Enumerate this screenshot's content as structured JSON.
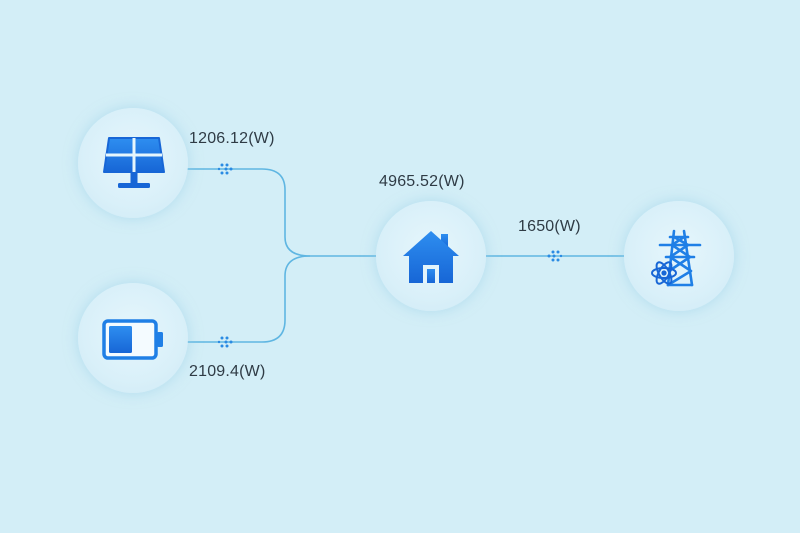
{
  "colors": {
    "background": "#d3eef7",
    "line": "#5fb6e2",
    "icon": "#1f7fe6",
    "arrow": "#2a8be3",
    "text": "#2f3b45"
  },
  "nodes": {
    "solar": {
      "icon": "solar-panel-icon",
      "value": "1206.12(W)"
    },
    "battery": {
      "icon": "battery-icon",
      "value": "2109.4(W)"
    },
    "home": {
      "icon": "house-icon",
      "value": "4965.52(W)"
    },
    "grid": {
      "icon": "power-tower-icon",
      "value": "1650(W)"
    }
  }
}
